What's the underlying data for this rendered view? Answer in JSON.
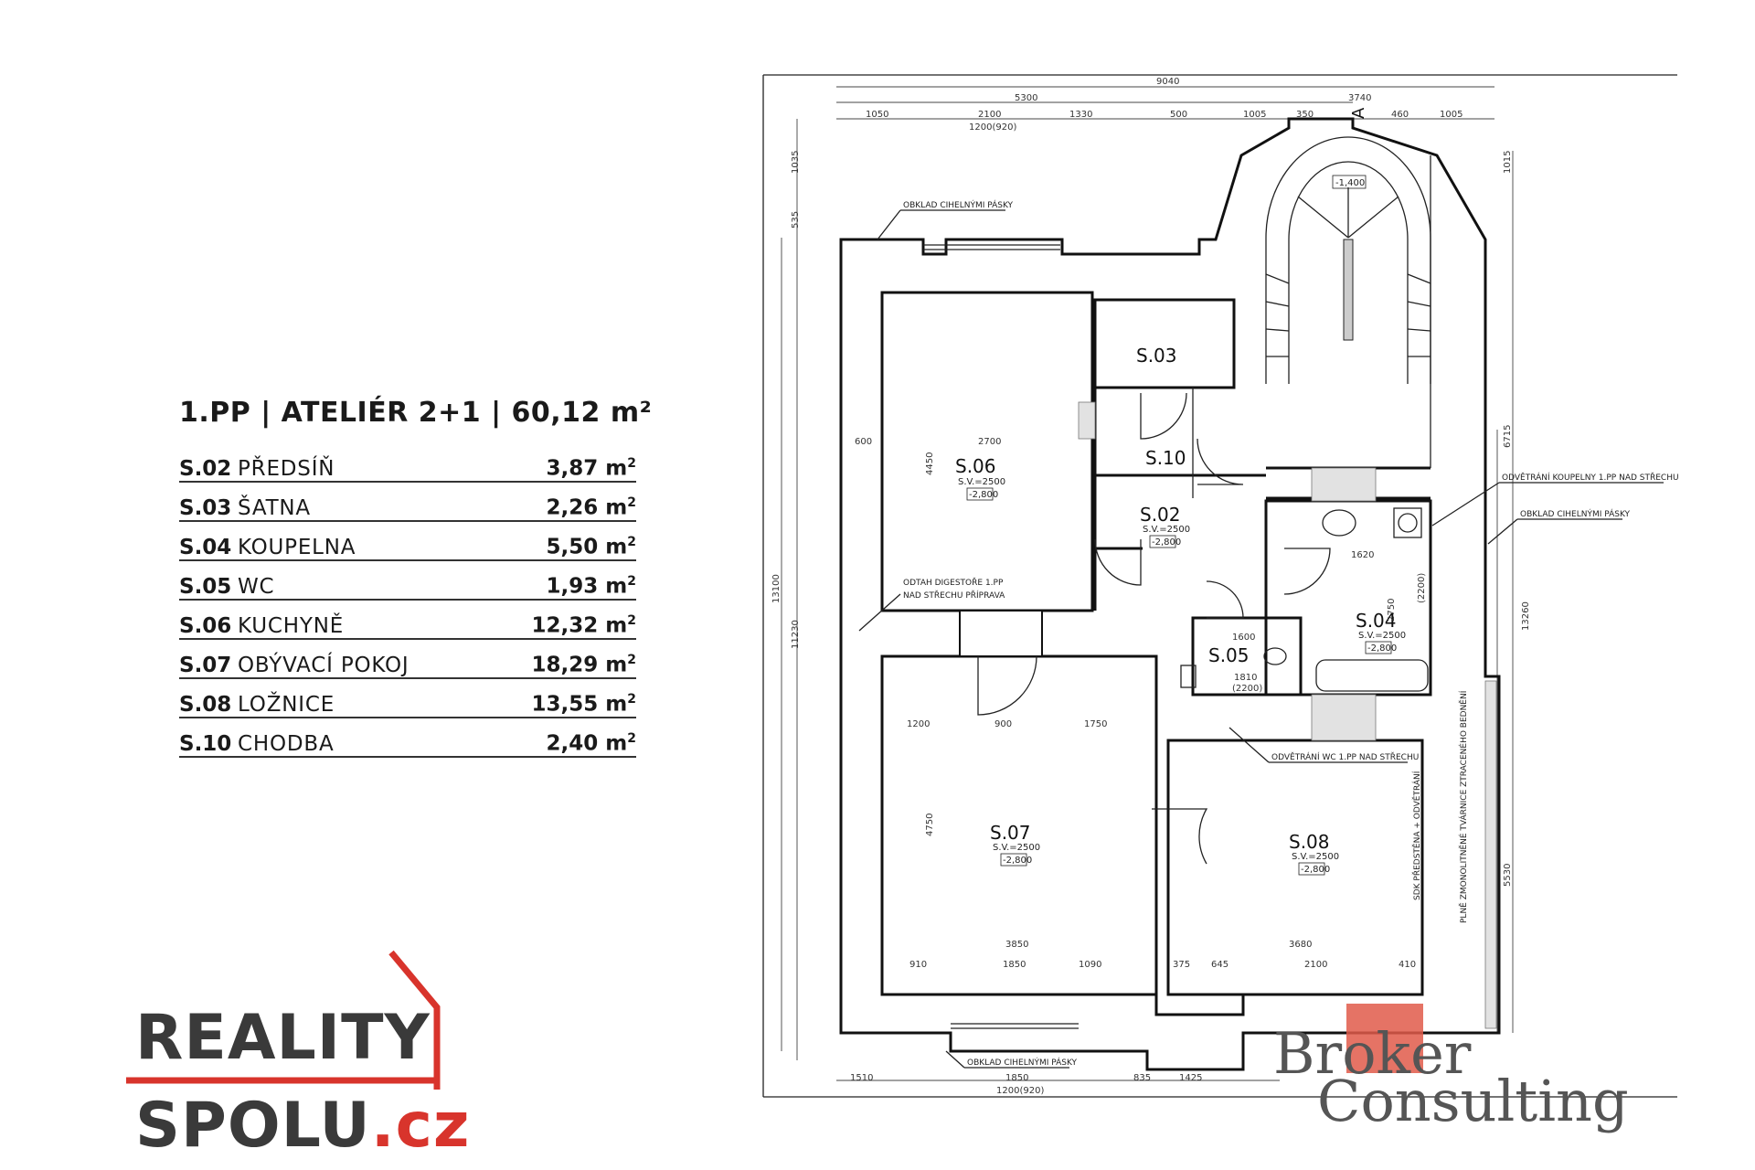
{
  "legend": {
    "title": "1.PP | ATELIÉR 2+1 | 60,12 m²",
    "rows": [
      {
        "code": "S.02",
        "name": "PŘEDSÍŇ",
        "area": "3,87 m",
        "unit_sup": "2"
      },
      {
        "code": "S.03",
        "name": "ŠATNA",
        "area": "2,26 m",
        "unit_sup": "2"
      },
      {
        "code": "S.04",
        "name": "KOUPELNA",
        "area": "5,50 m",
        "unit_sup": "2"
      },
      {
        "code": "S.05",
        "name": "WC",
        "area": "1,93 m",
        "unit_sup": "2"
      },
      {
        "code": "S.06",
        "name": "KUCHYNĚ",
        "area": "12,32 m",
        "unit_sup": "2"
      },
      {
        "code": "S.07",
        "name": "OBÝVACÍ POKOJ",
        "area": "18,29 m",
        "unit_sup": "2"
      },
      {
        "code": "S.08",
        "name": "LOŽNICE",
        "area": "13,55 m",
        "unit_sup": "2"
      },
      {
        "code": "S.10",
        "name": "CHODBA",
        "area": "2,40 m",
        "unit_sup": "2"
      }
    ]
  },
  "logos": {
    "reality_line1": "REALITY",
    "reality_line2_main": "SPOLU",
    "reality_line2_tld": ".cz",
    "broker_line1": "Broker",
    "broker_line2": "Consulting",
    "reality_accent": "#d8342c",
    "broker_accent": "#e05a4a"
  },
  "plan": {
    "rooms": {
      "s06": {
        "label": "S.06",
        "sv": "S.V.=2500",
        "lvl": "-2,800"
      },
      "s03": {
        "label": "S.03"
      },
      "s10": {
        "label": "S.10"
      },
      "s02": {
        "label": "S.02",
        "sv": "S.V.=2500",
        "lvl": "-2,800"
      },
      "s04": {
        "label": "S.04",
        "sv": "S.V.=2500",
        "lvl": "-2,800"
      },
      "s05": {
        "label": "S.05"
      },
      "s07": {
        "label": "S.07",
        "sv": "S.V.=2500",
        "lvl": "-2,800"
      },
      "s08": {
        "label": "S.08",
        "sv": "S.V.=2500",
        "lvl": "-2,800"
      }
    },
    "stair_level": "-1,400",
    "stair_mark": "A",
    "notes": {
      "obklad_top": "OBKLAD CIHELNÝMI PÁSKY",
      "obklad_bottom": "OBKLAD CIHELNÝMI PÁSKY",
      "obklad_right": "OBKLAD CIHELNÝMI PÁSKY",
      "odtah": "ODTAH DIGESTOŘE 1.PP",
      "odtah2": "NAD STŘECHU PŘÍPRAVA",
      "vetrani_koupelny": "ODVĚTRÁNÍ KOUPELNY 1.PP NAD STŘECHU",
      "vetrani_wc": "ODVĚTRÁNÍ WC 1.PP NAD STŘECHU",
      "sdk": "SDK PŘEDSTĚNA + ODVĚTRÁNÍ",
      "plne": "PLNĚ ZMONOLITNĚNÉ TVÁRNICE ZTRACENÉHO BEDNĚNÍ"
    },
    "dims": {
      "top_total": "9040",
      "top_5300": "5300",
      "top_3740": "3740",
      "top_1050": "1050",
      "top_2100": "2100",
      "top_1200_920": "1200(920)",
      "top_1330": "1330",
      "top_500": "500",
      "top_1005": "1005",
      "top_350": "350",
      "top_460": "460",
      "top_1005b": "1005",
      "bot_1510": "1510",
      "bot_1850": "1850",
      "bot_1200_920": "1200(920)",
      "bot_835": "835",
      "bot_1425": "1425",
      "left_13100": "13100",
      "left_11230": "11230",
      "left_1035": "1035",
      "left_535": "535",
      "right_13260": "13260",
      "right_1015": "1015",
      "right_6715": "6715",
      "right_5530": "5530",
      "s06_2700": "2700",
      "s06_4450": "4450",
      "s06_600": "600",
      "s07_1200": "1200",
      "s07_900": "900",
      "s07_1750": "1750",
      "s07_4750": "4750",
      "s07_3850": "3850",
      "s07_910": "910",
      "s07_1850": "1850",
      "s07_1090": "1090",
      "s08_2100": "2100",
      "s08_3680": "3680",
      "s08_375": "375",
      "s08_645": "645",
      "s08_410": "410",
      "s04_1620": "1620",
      "s04_2750": "2750",
      "s05_1600": "1600",
      "s05_1810": "1810",
      "s05_2200": "(2200)",
      "s04_2200": "(2200)"
    }
  }
}
